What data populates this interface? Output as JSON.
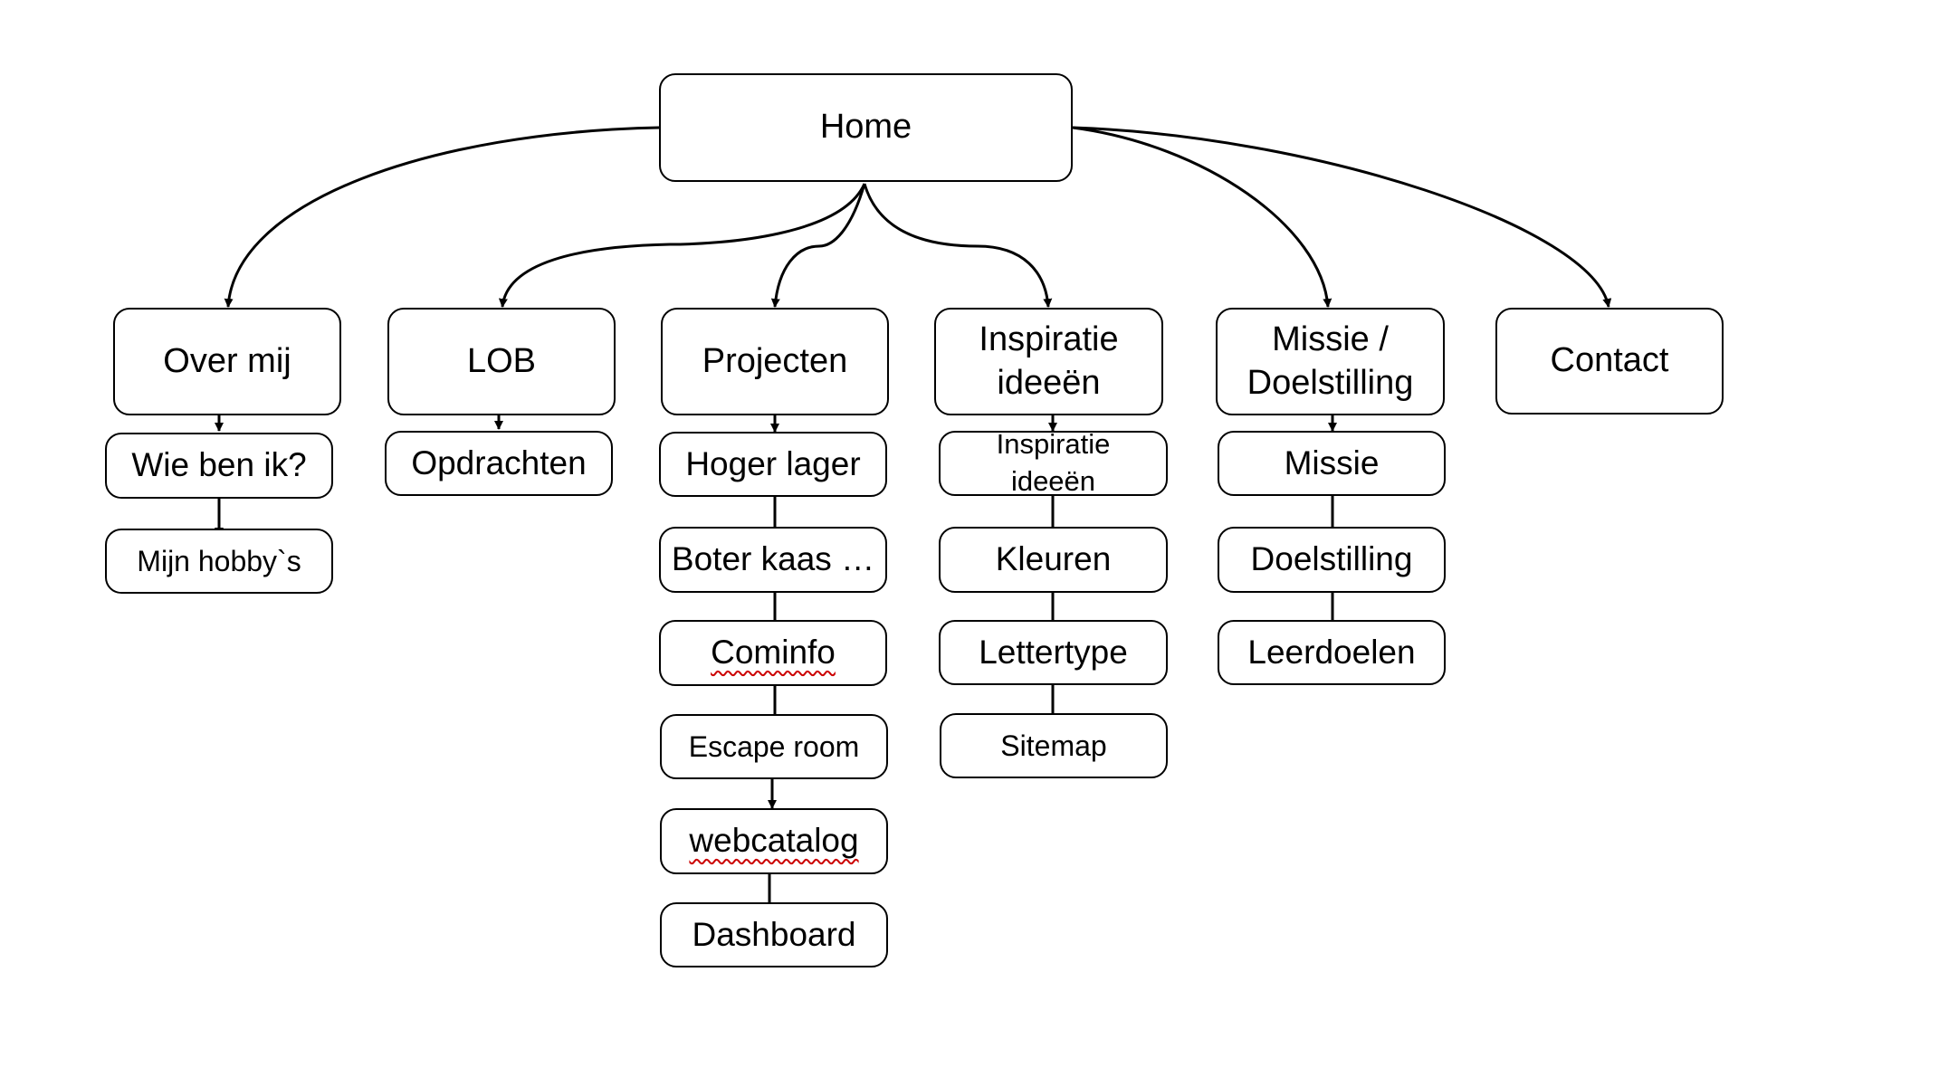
{
  "sitemap": {
    "home": "Home",
    "sections": [
      {
        "label": "Over mij",
        "children": [
          "Wie ben ik?",
          "Mijn hobby`s"
        ]
      },
      {
        "label": "LOB",
        "children": [
          "Opdrachten"
        ]
      },
      {
        "label": "Projecten",
        "children": [
          "Hoger lager",
          "Boter kaas …",
          "Cominfo",
          "Escape room",
          "webcatalog",
          "Dashboard"
        ]
      },
      {
        "label": "Inspiratie\nideeën",
        "children": [
          "Inspiratie\nideeën",
          "Kleuren",
          "Lettertype",
          "Sitemap"
        ]
      },
      {
        "label": "Missie /\nDoelstilling",
        "children": [
          "Missie",
          "Doelstilling",
          "Leerdoelen"
        ]
      },
      {
        "label": "Contact",
        "children": []
      }
    ]
  },
  "style": {
    "line_color": "#000000",
    "box_border": "#000000",
    "box_fill": "#ffffff",
    "spellcheck_underline": "#cc0000"
  }
}
